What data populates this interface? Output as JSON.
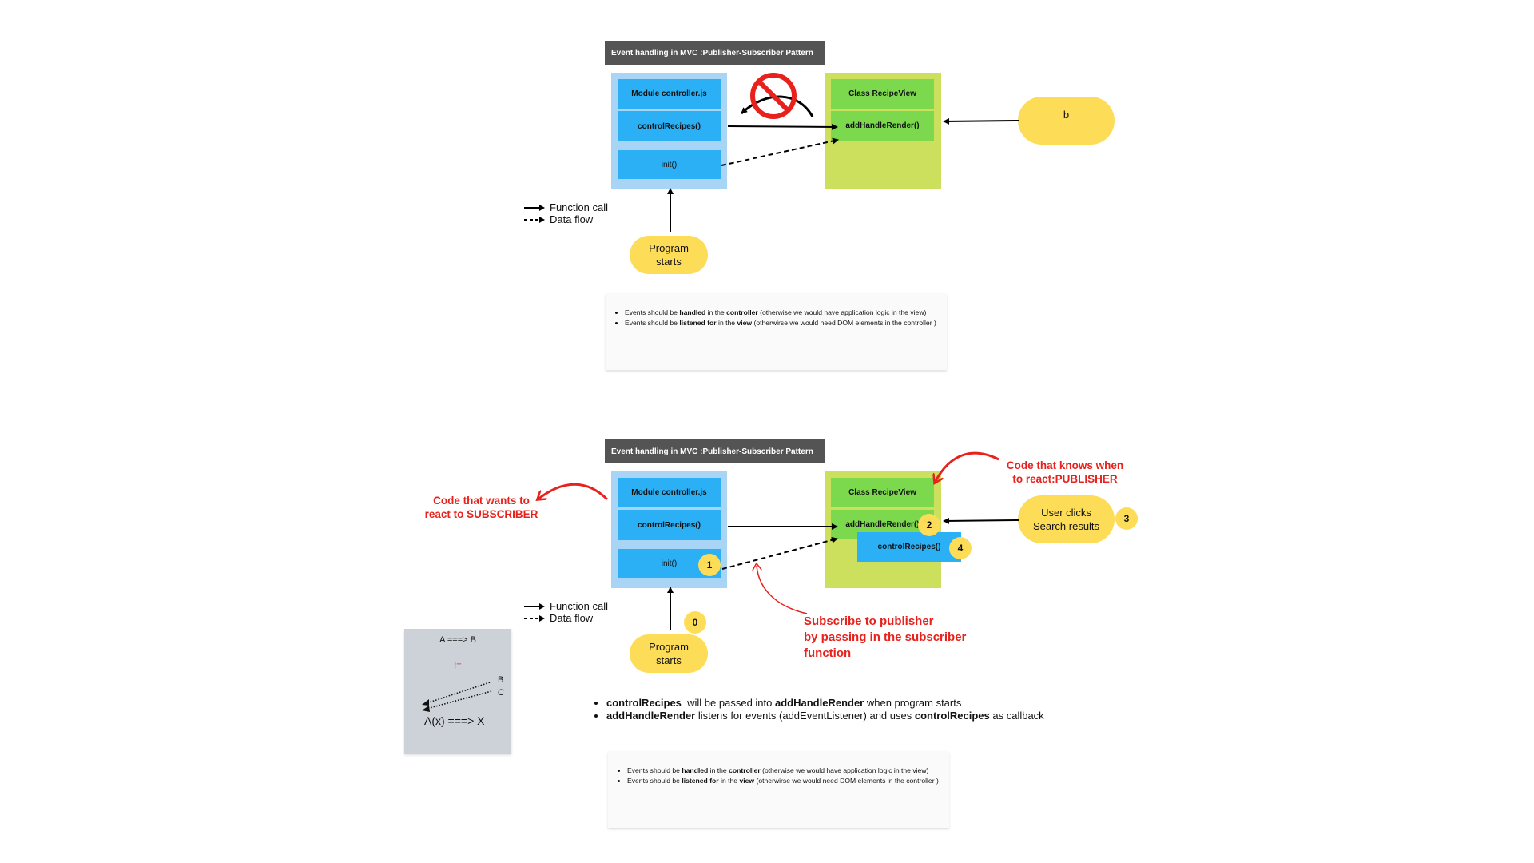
{
  "diagram_top": {
    "title": "Event handling in MVC :Publisher-Subscriber Pattern",
    "controller": {
      "module": "Module controller.js",
      "control": "controlRecipes()",
      "init": "init()"
    },
    "view": {
      "class_name": "Class RecipeView",
      "handler": "addHandleRender()"
    },
    "pill_right": "b",
    "pill_program": "Program\nstarts",
    "legend": {
      "function_call": "Function call",
      "data_flow": "Data flow"
    },
    "note": {
      "line1": {
        "a": "Events should be ",
        "b": "handled",
        "c": " in the ",
        "d": "controller",
        "e": " (otherwise we would have application logic in the view)"
      },
      "line2": {
        "a": "Events should be ",
        "b": "listened for",
        "c": " in the ",
        "d": "view",
        "e": " (otherwirse we would need DOM elements in the controller )"
      }
    }
  },
  "diagram_bottom": {
    "title": "Event handling in MVC :Publisher-Subscriber Pattern",
    "controller": {
      "module": "Module controller.js",
      "control": "controlRecipes()",
      "init": "init()"
    },
    "view": {
      "class_name": "Class RecipeView",
      "handler": "addHandleRender()",
      "callback": "controlRecipes()"
    },
    "pill_user": "User clicks\nSearch results",
    "pill_program": "Program\nstarts",
    "badges": {
      "b0": "0",
      "b1": "1",
      "b2": "2",
      "b3": "3",
      "b4": "4"
    },
    "subscriber_label": "Code that wants to\nreact to SUBSCRIBER",
    "publisher_label": "Code that knows when\nto react:PUBLISHER",
    "subscribe_label": "Subscribe to publisher\nby passing in the subscriber\nfunction",
    "legend": {
      "function_call": "Function call",
      "data_flow": "Data flow"
    },
    "bullets": {
      "b1": {
        "a": "controlRecipes",
        "b": "  will be passed into ",
        "c": "addHandleRender",
        "d": " when program starts"
      },
      "b2": {
        "a": "addHandleRender",
        "b": " listens for events (addEventListener) and uses ",
        "c": "controlRecipes",
        "d": " as callback"
      }
    },
    "note": {
      "line1": {
        "a": "Events should be ",
        "b": "handled",
        "c": " in the ",
        "d": "controller",
        "e": " (otherwise we would have application logic in the view)"
      },
      "line2": {
        "a": "Events should be ",
        "b": "listened for",
        "c": " in the ",
        "d": "view",
        "e": " (otherwirse we would need DOM elements in the controller )"
      }
    }
  },
  "gray_card": {
    "top": "A ===> B",
    "neq": "!=",
    "b": "B",
    "c": "C",
    "bottom": "A(x) ===> X"
  },
  "colors": {
    "blue_panel": "#a8d4f5",
    "blue_box": "#2bb0f5",
    "green_panel": "#cde05e",
    "green_box": "#7cd94e",
    "yellow": "#fddc57",
    "red": "#e8211c",
    "title_bar": "#545454"
  },
  "icons": {
    "prohibited": "no-entry-icon"
  }
}
